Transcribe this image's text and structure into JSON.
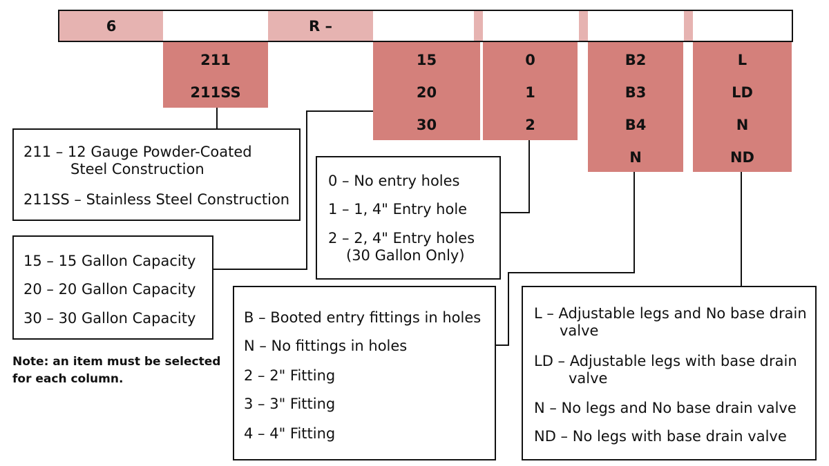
{
  "top_row": [
    "6",
    "R –"
  ],
  "columns": {
    "material": [
      "211",
      "211SS"
    ],
    "capacity": [
      "15",
      "20",
      "30"
    ],
    "entry": [
      "0",
      "1",
      "2"
    ],
    "fitting": [
      "B2",
      "B3",
      "B4",
      "N"
    ],
    "legs": [
      "L",
      "LD",
      "N",
      "ND"
    ]
  },
  "boxes": {
    "material": {
      "line1": "211 – 12 Gauge Powder-Coated",
      "line1b": "Steel Construction",
      "line2": "211SS – Stainless Steel Construction"
    },
    "capacity": {
      "line1": "15 – 15 Gallon Capacity",
      "line2": "20 – 20 Gallon Capacity",
      "line3": "30 – 30 Gallon Capacity"
    },
    "entry": {
      "line1": "0 – No entry holes",
      "line2": "1 – 1, 4\" Entry hole",
      "line3": "2 – 2, 4\" Entry holes",
      "line3b": "(30 Gallon Only)"
    },
    "fitting": {
      "line1": "B – Booted entry fittings in holes",
      "line2": "N – No fittings in holes",
      "line3": "2 – 2\" Fitting",
      "line4": "3 – 3\" Fitting",
      "line5": "4 – 4\" Fitting"
    },
    "legs": {
      "line1": "L – Adjustable legs and No base drain",
      "line1b": "valve",
      "line2": "LD – Adjustable legs with base drain",
      "line2b": "valve",
      "line3": "N  – No legs and No base drain valve",
      "line4": "ND – No legs with base drain valve"
    }
  },
  "note": {
    "line1": "Note: an item must be selected",
    "line2": "for each column."
  },
  "colors": {
    "light_pink": "#e6b3b1",
    "dark_pink": "#d4807b",
    "stroke": "#111111"
  }
}
